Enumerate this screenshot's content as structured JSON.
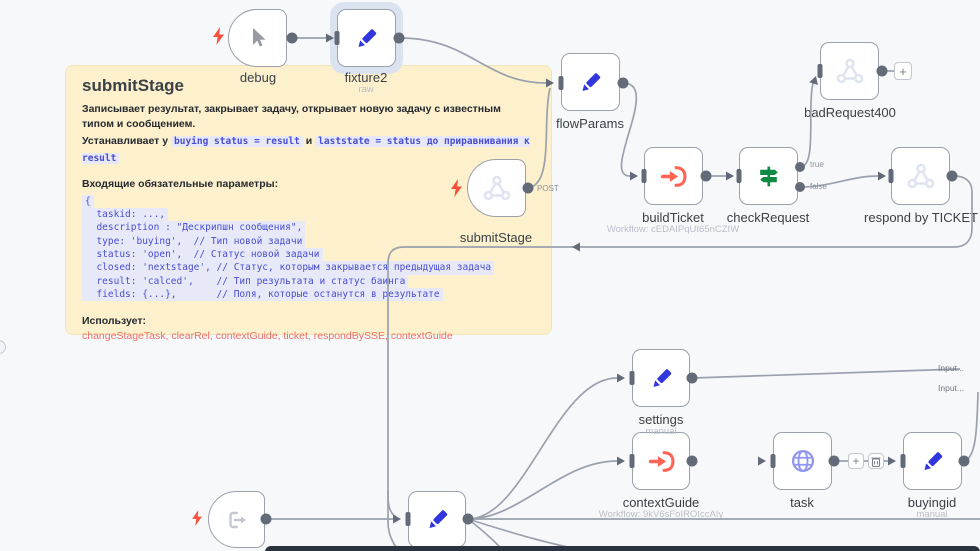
{
  "colors": {
    "canvas_bg": "#f7f8fa",
    "sticky_bg": "#fcf0cd",
    "pencil_blue": "#3137dd",
    "workflow_orange": "#ff6455",
    "switch_green": "#118a43",
    "http_purple": "#9095f0",
    "bolt_red": "#f4503c",
    "code_text": "#4a4dcf",
    "link_red": "#ed7063",
    "line_grey": "#9aa1ad",
    "connector_grey": "#646b78"
  },
  "sticky": {
    "title": "submitStage",
    "desc": "Записывает результат, закрывает задачу, открывает новую задачу с известным типом и сообщением.",
    "set_prefix": "Устанавливает у",
    "set_code1": "buying status = result",
    "set_conj": "и",
    "set_code2": "laststate = status до приравнивания к result",
    "params_heading": "Входящие обязательные параметры:",
    "code": [
      "{",
      "  taskid: ...,",
      "  description : \"Дескрипшн сообщения\",",
      "  type: 'buying',  // Тип новой задачи",
      "  status: 'open',  // Статус новой задачи",
      "  closed: 'nextstage', // Статус, которым закрывается предыдущая задача",
      "  result: 'calced',    // Тип результата и статус баинга",
      "  fields: {...},       // Поля, которые останутся в результате"
    ],
    "uses_heading": "Использует:",
    "uses": [
      "changeStageTask",
      "clearRel",
      "contextGuide",
      "ticket",
      "respondBySSE",
      "contextGuide"
    ]
  },
  "nodes": {
    "debug": {
      "label": "debug"
    },
    "fixture2": {
      "label": "fixture2",
      "sublabel": "raw"
    },
    "flowParams": {
      "label": "flowParams"
    },
    "submitStage": {
      "label": "submitStage"
    },
    "buildTicket": {
      "label": "buildTicket",
      "sublabel": "Workflow: cEDAIPqUI65nCZIW"
    },
    "checkRequest": {
      "label": "checkRequest"
    },
    "badRequest400": {
      "label": "badRequest400"
    },
    "respondByTicket": {
      "label": "respond by TICKET"
    },
    "settings": {
      "label": "settings",
      "sublabel": "manual"
    },
    "contextGuide": {
      "label": "contextGuide",
      "sublabel": "Workflow: 9kV6sFoIROIccAIy"
    },
    "task": {
      "label": "task"
    },
    "buyingid": {
      "label": "buyingid",
      "sublabel": "manual"
    }
  },
  "edge_labels": {
    "post": "POST",
    "true": "true",
    "false": "false"
  },
  "port_labels": {
    "input1": "Input...",
    "input2": "Input..."
  },
  "ui": {
    "plus": "+"
  }
}
